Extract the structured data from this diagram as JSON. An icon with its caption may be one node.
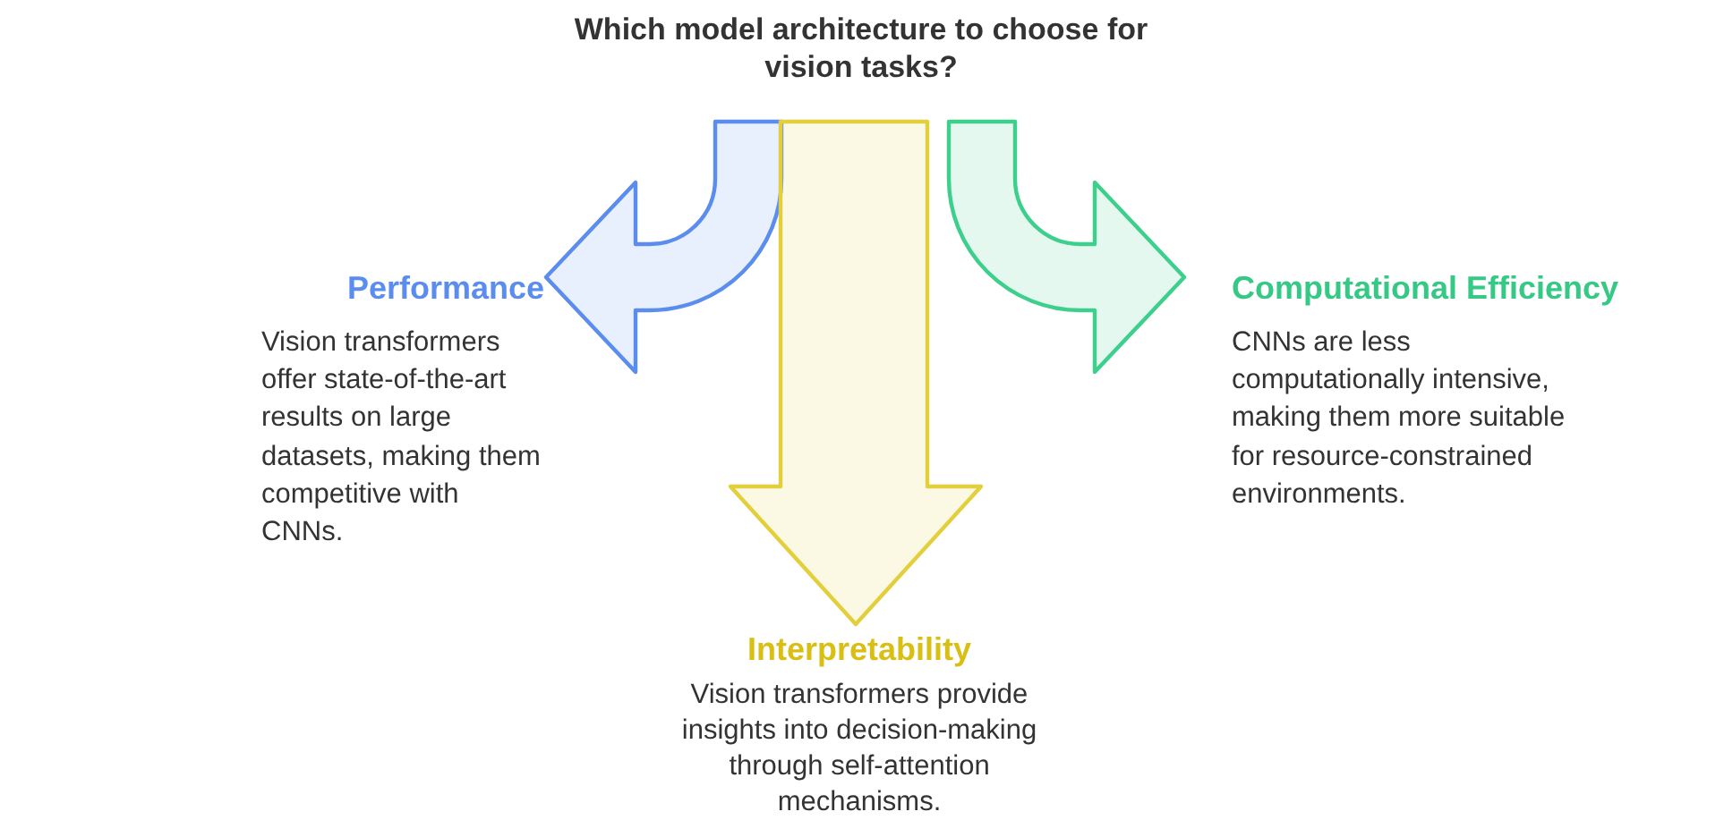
{
  "diagram": {
    "nodes": [
      {
        "text": [
          "Which model architecture to choose for vision tasks?"
        ]
      },
      {
        "text": [
          "Performance",
          "Vision transformers offer state-of-the-art results on large datasets, making them competitive with CNNs."
        ]
      },
      {
        "text": [
          "Interpretability",
          "Vision transformers provide insights into decision-making through self-attention mechanisms."
        ]
      },
      {
        "text": [
          "Computational Efficiency",
          "CNNs are less computationally intensive, making them more suitable for resource-constrained environments."
        ]
      }
    ],
    "edges": [
      {
        "from": 0,
        "to": 1,
        "arrow": "to",
        "style": "thick",
        "color": "#5b8def"
      },
      {
        "from": 0,
        "to": 2,
        "arrow": "to",
        "style": "thick",
        "color": "#e3cf3c"
      },
      {
        "from": 0,
        "to": 3,
        "arrow": "to",
        "style": "thick",
        "color": "#3dcf8c"
      }
    ]
  }
}
